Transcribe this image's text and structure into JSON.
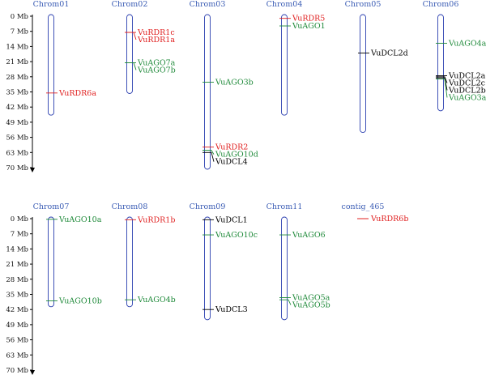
{
  "colors": {
    "chromosome_outline": "#2b3fb0",
    "chromosome_label": "#3a5cb4",
    "RDR": "#e02020",
    "AGO": "#1f8a3a",
    "DCL": "#000000",
    "axis": "#000000"
  },
  "axis": {
    "unit": "Mb",
    "ticks": [
      0,
      7,
      14,
      21,
      28,
      35,
      42,
      49,
      56,
      63,
      70
    ],
    "tick_labels": [
      "0 Mb",
      "7 Mb",
      "14 Mb",
      "21 Mb",
      "28 Mb",
      "35 Mb",
      "42 Mb",
      "49 Mb",
      "56 Mb",
      "63 Mb",
      "70 Mb"
    ]
  },
  "rows": [
    {
      "chromosomes": [
        {
          "name": "Chrom01",
          "length": 45,
          "genes": [
            {
              "name": "VuRDR6a",
              "family": "RDR",
              "pos": 35.5
            }
          ]
        },
        {
          "name": "Chrom02",
          "length": 35,
          "genes": [
            {
              "name": "VuRDR1c",
              "family": "RDR",
              "pos": 7.5
            },
            {
              "name": "VuRDR1a",
              "family": "RDR",
              "pos": 7.5
            },
            {
              "name": "VuAGO7a",
              "family": "AGO",
              "pos": 21.5
            },
            {
              "name": "VuAGO7b",
              "family": "AGO",
              "pos": 21.5
            }
          ]
        },
        {
          "name": "Chrom03",
          "length": 70,
          "genes": [
            {
              "name": "VuAGO3b",
              "family": "AGO",
              "pos": 30.5
            },
            {
              "name": "VuRDR2",
              "family": "RDR",
              "pos": 60.5
            },
            {
              "name": "VuAGO10d",
              "family": "AGO",
              "pos": 62
            },
            {
              "name": "VuDCL4",
              "family": "DCL",
              "pos": 63
            }
          ]
        },
        {
          "name": "Chrom04",
          "length": 45,
          "genes": [
            {
              "name": "VuRDR5",
              "family": "RDR",
              "pos": 1
            },
            {
              "name": "VuAGO1",
              "family": "AGO",
              "pos": 4.5
            }
          ]
        },
        {
          "name": "Chrom05",
          "length": 53,
          "genes": [
            {
              "name": "VuDCL2d",
              "family": "DCL",
              "pos": 17
            }
          ]
        },
        {
          "name": "Chrom06",
          "length": 43,
          "genes": [
            {
              "name": "VuAGO4a",
              "family": "AGO",
              "pos": 12.5
            },
            {
              "name": "VuDCL2a",
              "family": "DCL",
              "pos": 27.5
            },
            {
              "name": "VuDCL2c",
              "family": "DCL",
              "pos": 28
            },
            {
              "name": "VuDCL2b",
              "family": "DCL",
              "pos": 28.5
            },
            {
              "name": "VuAGO3a",
              "family": "AGO",
              "pos": 29
            }
          ]
        }
      ]
    },
    {
      "chromosomes": [
        {
          "name": "Chrom07",
          "length": 40,
          "genes": [
            {
              "name": "VuAGO10a",
              "family": "AGO",
              "pos": 0.3
            },
            {
              "name": "VuAGO10b",
              "family": "AGO",
              "pos": 38
            }
          ]
        },
        {
          "name": "Chrom08",
          "length": 40,
          "genes": [
            {
              "name": "VuRDR1b",
              "family": "RDR",
              "pos": 0.5
            },
            {
              "name": "VuAGO4b",
              "family": "AGO",
              "pos": 37.5
            }
          ]
        },
        {
          "name": "Chrom09",
          "length": 46,
          "genes": [
            {
              "name": "VuDCL1",
              "family": "DCL",
              "pos": 0.5
            },
            {
              "name": "VuAGO10c",
              "family": "AGO",
              "pos": 7.5
            },
            {
              "name": "VuDCL3",
              "family": "DCL",
              "pos": 42
            }
          ]
        },
        {
          "name": "Chrom11",
          "length": 46,
          "genes": [
            {
              "name": "VuAGO6",
              "family": "AGO",
              "pos": 7.5
            },
            {
              "name": "VuAGO5a",
              "family": "AGO",
              "pos": 36.5
            },
            {
              "name": "VuAGO5b",
              "family": "AGO",
              "pos": 37.5
            }
          ]
        },
        {
          "name": "contig_465",
          "length": 0,
          "genes": [
            {
              "name": "VuRDR6b",
              "family": "RDR",
              "pos": 0
            }
          ]
        }
      ]
    }
  ]
}
